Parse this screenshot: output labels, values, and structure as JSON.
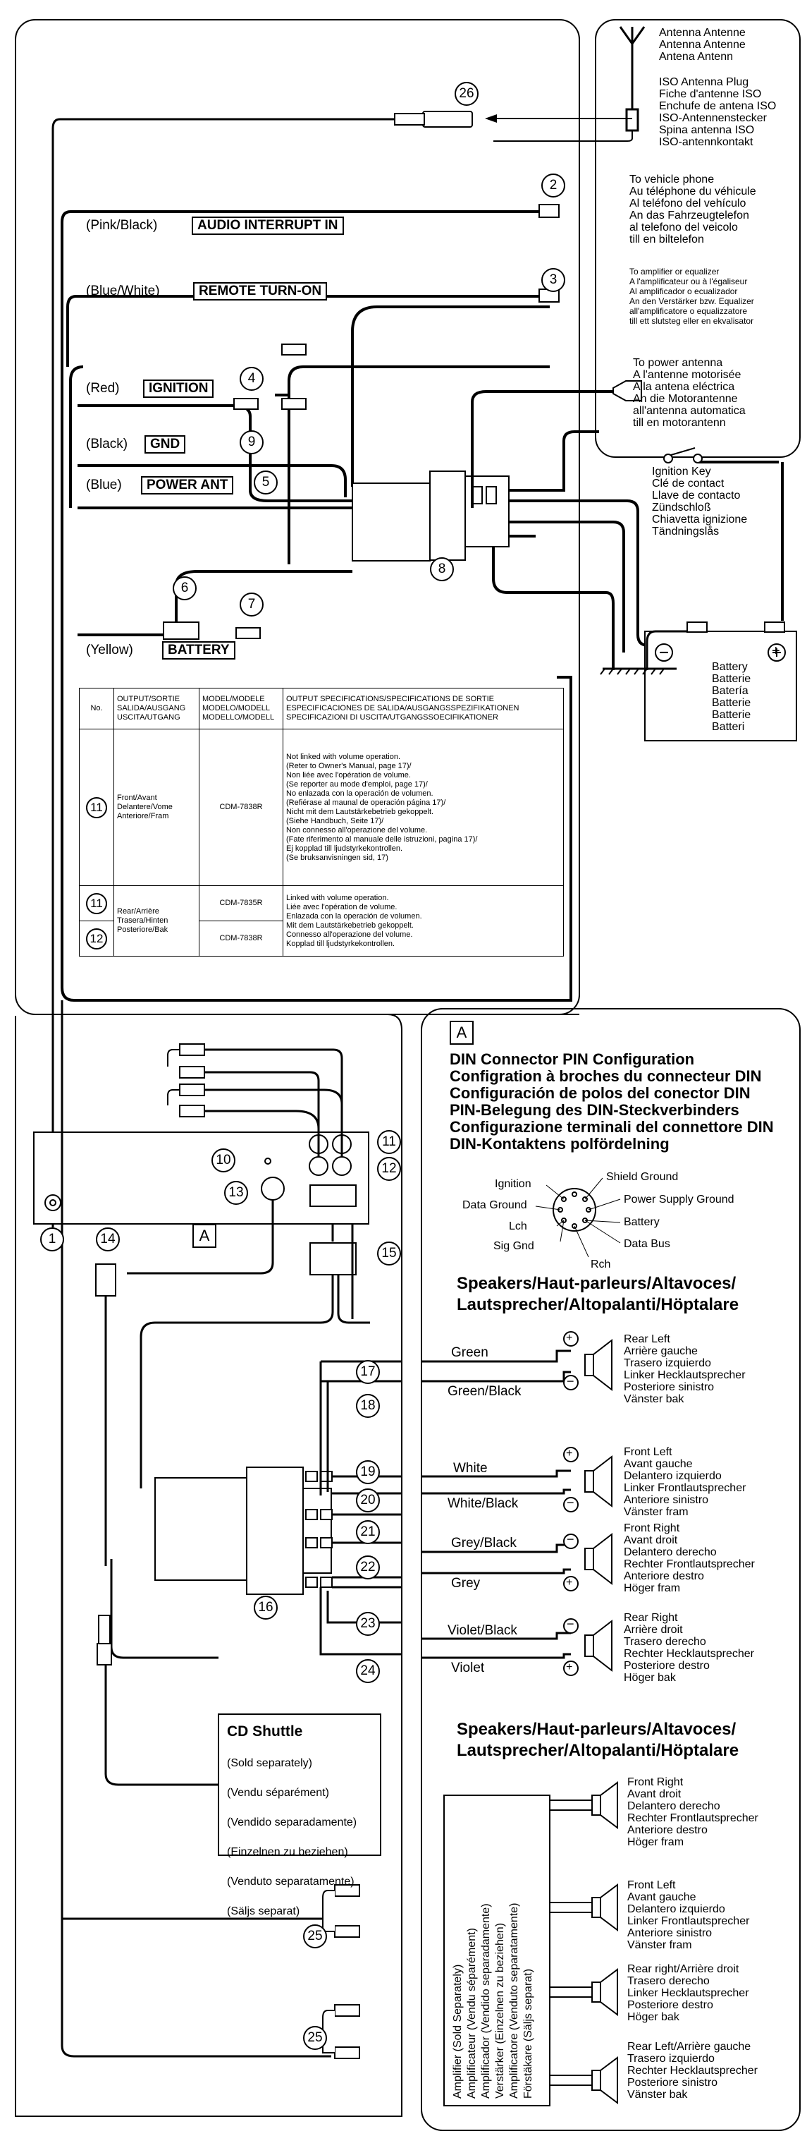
{
  "antenna": {
    "lines": [
      "Antenna  Antenne",
      "Antenna  Antenne",
      "Antena  Antenn"
    ],
    "plug_lines": [
      "ISO Antenna Plug",
      "Fiche d'antenne ISO",
      "Enchufe de antena ISO",
      "ISO-Antennenstecker",
      "Spina antenna ISO",
      "ISO-antennkontakt"
    ]
  },
  "numbers": {
    "n1": "1",
    "n2": "2",
    "n3": "3",
    "n4": "4",
    "n5": "5",
    "n6": "6",
    "n7": "7",
    "n8": "8",
    "n9": "9",
    "n10": "10",
    "n11": "11",
    "n12": "12",
    "n13": "13",
    "n14": "14",
    "n15": "15",
    "n16": "16",
    "n17": "17",
    "n18": "18",
    "n19": "19",
    "n20": "20",
    "n21": "21",
    "n22": "22",
    "n23": "23",
    "n24": "24",
    "n25": "25",
    "n26": "26",
    "a": "A"
  },
  "wires": {
    "audio_color": "(Pink/Black)",
    "audio_label": "AUDIO INTERRUPT IN",
    "remote_color": "(Blue/White)",
    "remote_label": "REMOTE TURN-ON",
    "ign_color": "(Red)",
    "ign_label": "IGNITION",
    "gnd_color": "(Black)",
    "gnd_label": "GND",
    "pwr_color": "(Blue)",
    "pwr_label": "POWER ANT",
    "bat_color": "(Yellow)",
    "bat_label": "BATTERY"
  },
  "phone": [
    "To vehicle phone",
    "Au téléphone du véhicule",
    "Al teléfono del vehículo",
    "An das Fahrzeugtelefon",
    "al telefono del veicolo",
    "till en biltelefon"
  ],
  "amp_to": [
    "To amplifier or equalizer",
    "A l'amplificateur ou à l'égaliseur",
    "Al amplificador o ecualizador",
    "An den Verstärker bzw. Equalizer",
    "all'amplificatore o equalizzatore",
    "till ett slutsteg eller en ekvalisator"
  ],
  "power_ant": [
    "To power antenna",
    "A l'antenne motorisée",
    "A la antena eléctrica",
    "An die Motorantenne",
    "all'antenna automatica",
    "till en motorantenn"
  ],
  "ign_key": [
    "Ignition Key",
    "Clé de contact",
    "Llave de contacto",
    "Zündschloß",
    "Chiavetta ignizione",
    "Tändningslås"
  ],
  "battery": [
    "Battery",
    "Batterie",
    "Batería",
    "Batterie",
    "Batterie",
    "Batteri"
  ],
  "table": {
    "h_no": "No.",
    "h_out": "OUTPUT/SORTIE\nSALIDA/AUSGANG\nUSCITA/UTGANG",
    "h_model": "MODEL/MODELE\nMODELO/MODELL\nMODELLO/MODELL",
    "h_spec": "OUTPUT SPECIFICATIONS/SPECIFICATIONS DE SORTIE\nESPECIFICACIONES DE SALIDA/AUSGANGSSPEZIFIKATIONEN\nSPECIFICAZIONI DI USCITA/UTGANGSSOECIFIKATIONER",
    "r1_no": "11",
    "r1_out": "Front/Avant\nDelantere/Vome\nAnteriore/Fram",
    "r1_model": "CDM-7838R",
    "r1_spec": "Not linked with volume operation.\n(Reter to Owner's Manual, page 17)/\nNon liée avec l'opération de volume.\n(Se reporter au mode d'emploi, page 17)/\nNo enlazada con la operación de volumen.\n(Refiérase al maunal de operación página 17)/\nNicht mit dem Lautstärkebetrieb gekoppelt.\n(Siehe Handbuch, Seite  17)/\nNon connesso all'operazione del volume.\n(Fate riferimento al manuale delle istruzioni, pagina  17)/\nEj kopplad till ljudstyrkekontrollen.\n(Se bruksanvisningen sid,  17)",
    "r2_no": "11",
    "r3_no": "12",
    "r2_out": "Rear/Arrière\nTrasera/Hinten\nPosteriore/Bak",
    "r2_model": "CDM-7835R",
    "r3_model": "CDM-7838R",
    "r2_spec": "Linked with volume operation.\nLiée avec l'opération de volume.\nEnlazada con la operación de volumen.\nMit dem Lautstärkebetrieb gekoppelt.\nConnesso all'operazione del volume.\nKopplad till ljudstyrkekontrollen."
  },
  "din": {
    "title_lines": [
      "DIN Connector PIN Configuration",
      "Configration à broches du connecteur DIN",
      "Configuración de polos del conector DIN",
      "PIN-Belegung des DIN-Steckverbinders",
      "Configurazione terminali del connettore DIN",
      "DIN-Kontaktens  polfördelning"
    ],
    "pins": {
      "ignition": "Ignition",
      "data_ground": "Data Ground",
      "lch": "Lch",
      "sig_gnd": "Sig Gnd",
      "shield": "Shield Ground",
      "psg": "Power Supply Ground",
      "battery": "Battery",
      "data_bus": "Data Bus",
      "rch": "Rch"
    }
  },
  "speakers_title": [
    "Speakers/Haut-parleurs/Altavoces/",
    "Lautsprecher/Altopalanti/Höptalare"
  ],
  "speakers": [
    {
      "wire_a": "Green",
      "wire_b": "Green/Black",
      "lines": [
        "Rear Left",
        "Arrière gauche",
        "Trasero izquierdo",
        "Linker Hecklautsprecher",
        "Posteriore sinistro",
        "Vänster bak"
      ]
    },
    {
      "wire_a": "White",
      "wire_b": "White/Black",
      "lines": [
        "Front Left",
        "Avant gauche",
        "Delantero izquierdo",
        "Linker Frontlautsprecher",
        "Anteriore sinistro",
        "Vänster fram"
      ]
    },
    {
      "wire_a": "Grey/Black",
      "wire_b": "Grey",
      "lines": [
        "Front Right",
        "Avant droit",
        "Delantero derecho",
        "Rechter Frontlautsprecher",
        "Anteriore destro",
        "Höger fram"
      ]
    },
    {
      "wire_a": "Violet/Black",
      "wire_b": "Violet",
      "lines": [
        "Rear Right",
        "Arrière droit",
        "Trasero derecho",
        "Rechter Hecklautsprecher",
        "Posteriore destro",
        "Höger bak"
      ]
    }
  ],
  "amp_speakers": [
    [
      "Front Right",
      "Avant droit",
      "Delantero derecho",
      "Rechter Frontlautsprecher",
      "Anteriore destro",
      "Höger fram"
    ],
    [
      "Front Left",
      "Avant gauche",
      "Delantero izquierdo",
      "Linker Frontlautsprecher",
      "Anteriore sinistro",
      "Vänster fram"
    ],
    [
      "Rear right/Arrière droit",
      "Trasero derecho",
      "Linker Hecklautsprecher",
      "Posteriore destro",
      "Höger bak"
    ],
    [
      "Rear Left/Arrière gauche",
      "Trasero izquierdo",
      "Rechter Hecklautsprecher",
      "Posteriore sinistro",
      "Vänster bak"
    ]
  ],
  "amplifier_box": [
    "Amplifier (Sold Separately)",
    "Amplificateur (Vendu séparément)",
    "Amplificador (Vendido separadamente)",
    "Verstärker (Einzelnen zu beziehen)",
    "Amplificatore (Venduto separatamente)",
    "Förstäkare (Säljs separat)"
  ],
  "cd_shuttle": {
    "title": "CD Shuttle",
    "lines": [
      "(Sold separately)",
      "(Vendu séparément)",
      "(Vendido separadamente)",
      "(Einzelnen zu beziehen)",
      "(Venduto separatamente)",
      "(Säljs separat)"
    ]
  },
  "polarity": {
    "plus": "+",
    "minus": "−"
  }
}
